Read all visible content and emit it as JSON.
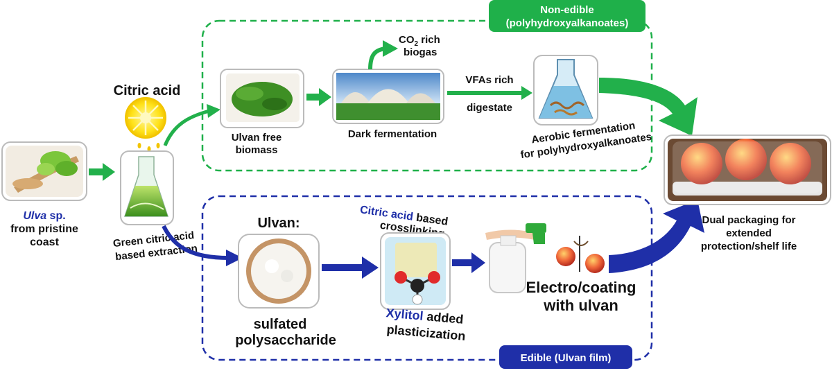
{
  "panels": {
    "nonedible": {
      "badge_line1": "Non-edible",
      "badge_line2": "(polyhydroxyalkanoates)",
      "color": "#1fb04a"
    },
    "edible": {
      "badge": "Edible (Ulvan film)",
      "color": "#1f2fa8"
    }
  },
  "source": {
    "name_italic": "Ulva",
    "name_rest": " sp.",
    "line2": "from pristine",
    "line3": "coast"
  },
  "extraction": {
    "reagent": "Citric acid",
    "line1": "Green citric acid",
    "line2": "based extraction"
  },
  "upper": {
    "biomass_line1": "Ulvan free",
    "biomass_line2": "biomass",
    "dark_fermentation": "Dark fermentation",
    "co2_prefix": "CO",
    "co2_sub": "2",
    "co2_suffix": " rich",
    "biogas": "biogas",
    "vfa": "VFAs rich",
    "digestate": "digestate",
    "aerobic_line1": "Aerobic fermentation",
    "aerobic_line2": "for polyhydroxyalkanoates"
  },
  "lower": {
    "ulvan_title": "Ulvan:",
    "sulfated": "sulfated",
    "polysaccharide": "polysaccharide",
    "citric_blue": "Citric acid",
    "citric_rest": " based",
    "crosslinking": "crosslinking",
    "xylitol_blue": "Xylitol",
    "xylitol_rest": " added",
    "plasticization": "plasticization",
    "coating_line1": "Electro/coating",
    "coating_line2": "with ulvan"
  },
  "outcome": {
    "line1": "Dual packaging for",
    "line2": "extended",
    "line3": "protection/shelf life"
  },
  "colors": {
    "green_arrow": "#22b04b",
    "blue_arrow": "#1f2fa8",
    "text": "#111111"
  }
}
